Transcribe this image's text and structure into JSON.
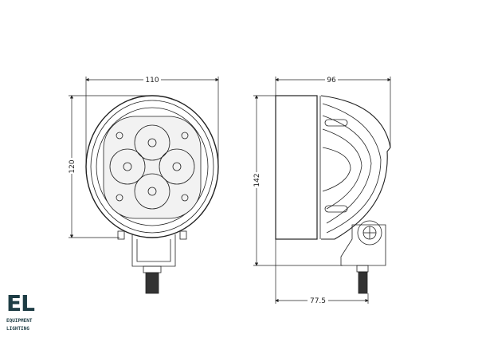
{
  "dimensions": {
    "front_width": "110",
    "front_height": "120",
    "side_depth": "96",
    "side_height": "142",
    "bracket_offset": "77.5"
  },
  "logo": {
    "mark": "EL",
    "line1": "EQUIPMENT",
    "line2": "LIGHTING",
    "color": "#1e3d45"
  }
}
